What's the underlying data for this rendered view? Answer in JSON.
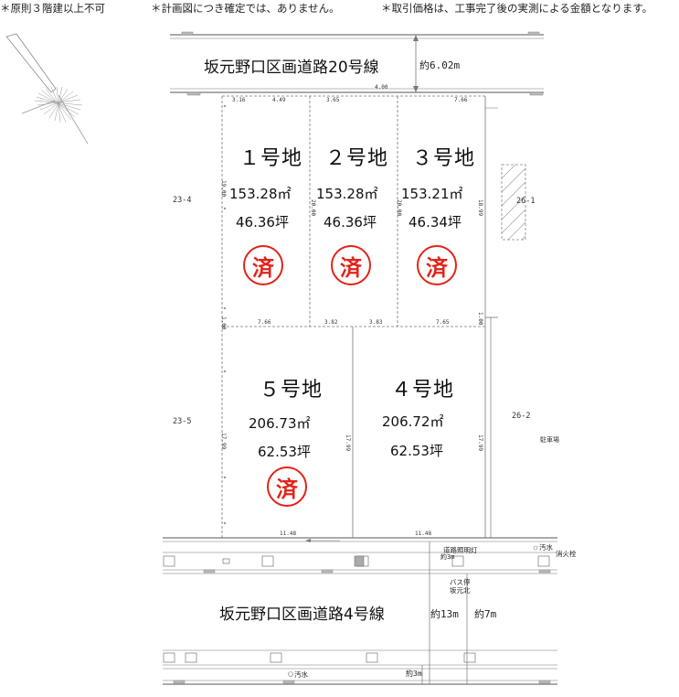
{
  "notes": [
    "＊原則３階建以上不可",
    "＊計画図につき確定では、ありません。",
    "＊取引価格は、工事完了後の実測による金額となります。"
  ],
  "roads": {
    "north": {
      "name": "坂元野口区画道路20号線",
      "width": "約6.02m"
    },
    "south": {
      "name": "坂元野口区画道路4号線",
      "width_a": "約13m",
      "width_b": "約7m",
      "width_c": "約3m",
      "width_d": "約3m"
    }
  },
  "lots": [
    {
      "id": "lot-1",
      "number": "１号地",
      "area_m2": "153.28㎡",
      "area_tsubo": "46.36坪",
      "status": "済"
    },
    {
      "id": "lot-2",
      "number": "２号地",
      "area_m2": "153.28㎡",
      "area_tsubo": "46.36坪",
      "status": "済"
    },
    {
      "id": "lot-3",
      "number": "３号地",
      "area_m2": "153.21㎡",
      "area_tsubo": "46.34坪",
      "status": "済"
    },
    {
      "id": "lot-5",
      "number": "５号地",
      "area_m2": "206.73㎡",
      "area_tsubo": "62.53坪",
      "status": "済"
    },
    {
      "id": "lot-4",
      "number": "４号地",
      "area_m2": "206.72㎡",
      "area_tsubo": "62.53坪",
      "status": ""
    }
  ],
  "neighbors": {
    "west_top": "23-4",
    "west_bottom": "23-5",
    "east_top": "26-1",
    "east_bottom": "26-2",
    "parking": "駐車場"
  },
  "dimensions": {
    "top_4_00": "4.00",
    "lot1_top_a": "3.16",
    "lot1_top_b": "4.49",
    "lot2_top": "3.65",
    "lot3_top": "7.66",
    "lot1_side": "19.00",
    "lot2_side": "20.00",
    "lot3_side_a": "20.00",
    "lot3_side_b": "18.99",
    "mid_1_00_left": "1.00",
    "mid_1_00_right": "1.00",
    "mid_7_66": "7.66",
    "mid_3_82": "3.82",
    "mid_3_83": "3.83",
    "mid_7_65": "7.65",
    "lot5_side": "17.99",
    "lot5_side_b": "17.99",
    "lot4_side": "17.99",
    "bottom_left": "11.48",
    "bottom_right": "11.48"
  },
  "facilities": {
    "street_light": "道路照明灯",
    "bus_stop": "バス停",
    "bus_stop_name": "坂元北",
    "sewage_east": "汚水",
    "hydrant": "消火栓",
    "sewage_south": "汚水"
  },
  "colors": {
    "sold": "#e2231a",
    "line": "#666666",
    "dashed": "#888888"
  }
}
